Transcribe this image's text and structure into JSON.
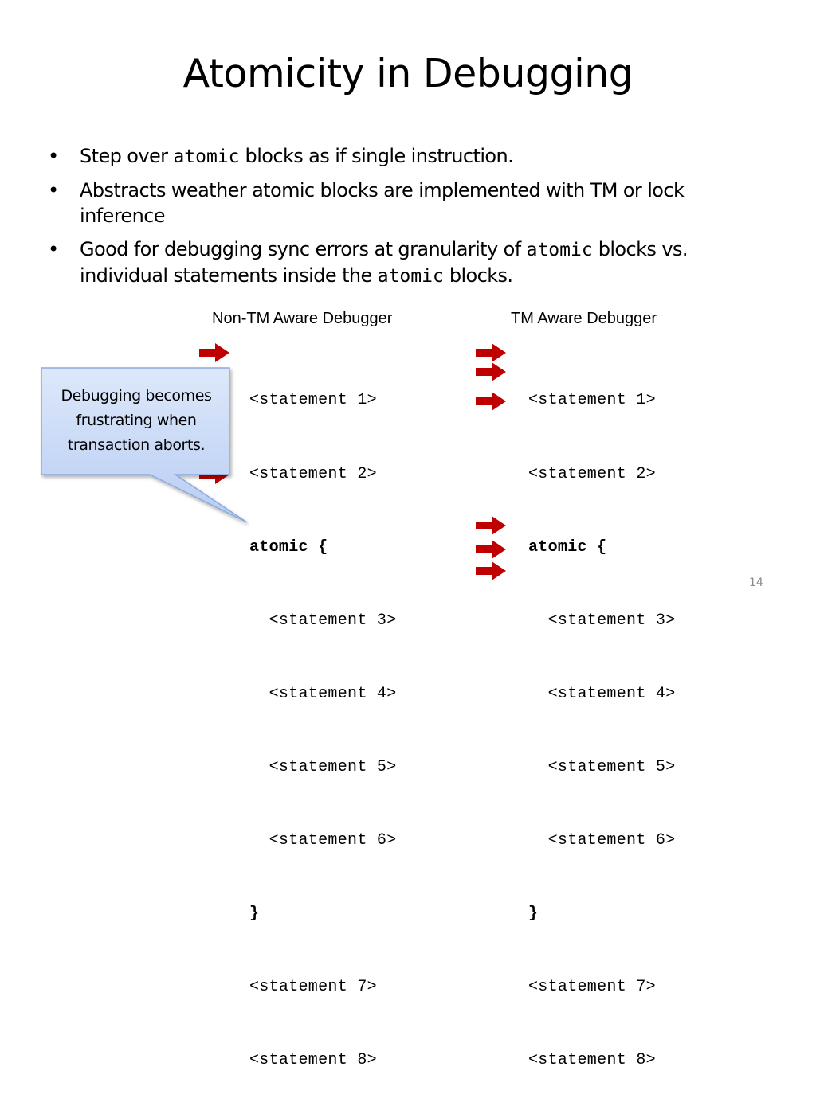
{
  "title": "Atomicity in Debugging",
  "bullets": {
    "b1": {
      "pre": "Step over ",
      "code": "atomic",
      "post": " blocks as if single instruction."
    },
    "b2": {
      "text": "Abstracts weather atomic blocks are implemented with TM or lock inference"
    },
    "b3": {
      "pre": "Good for debugging sync errors at granularity of ",
      "code1": "atomic",
      "mid": " blocks vs. individual statements inside the ",
      "code2": "atomic",
      "post": " blocks."
    },
    "marker": "•"
  },
  "columns": {
    "left": {
      "title": "Non-TM Aware Debugger",
      "lines": [
        "<statement 1>",
        "<statement 2>",
        "atomic {",
        "  <statement 3>",
        "  <statement 4>",
        "  <statement 5>",
        "  <statement 6>",
        "}",
        "<statement 7>",
        "<statement 8>"
      ]
    },
    "right": {
      "title": "TM Aware Debugger",
      "lines": [
        "<statement 1>",
        "<statement 2>",
        "atomic {",
        "  <statement 3>",
        "  <statement 4>",
        "  <statement 5>",
        "  <statement 6>",
        "}",
        "<statement 7>",
        "<statement 8>"
      ]
    }
  },
  "callout": {
    "text": "Debugging becomes frustrating when transaction aborts."
  },
  "page_number": "14",
  "colors": {
    "arrow": "#c00000",
    "callout_fill": "#c6d9f8",
    "callout_border": "#8eaadb"
  },
  "icons": {
    "step_marker": "right-arrow-icon"
  }
}
